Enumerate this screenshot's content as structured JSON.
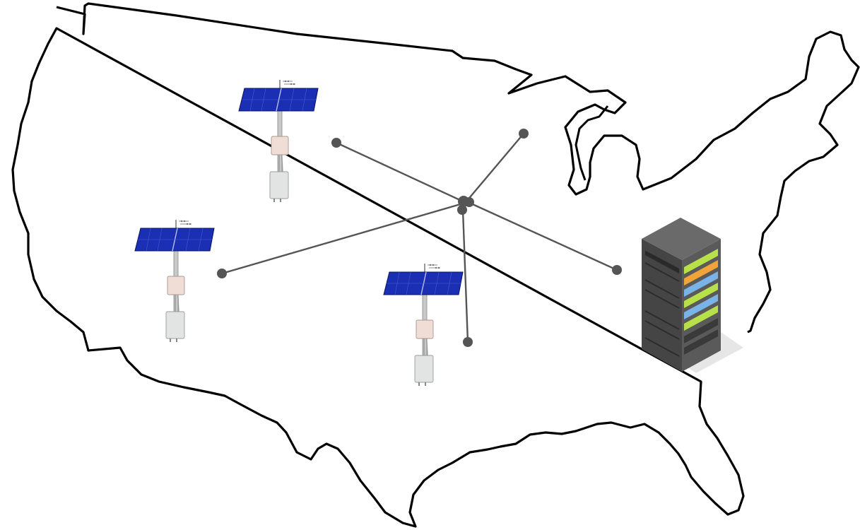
{
  "diagram": {
    "map_icon": "us-map-outline",
    "colors": {
      "outline": "#000000",
      "link": "#555555",
      "node": "#555555",
      "panel": "#1b2fb5",
      "panel_grid": "#9aa6e8",
      "box_upper": "#f0ddd6",
      "box_lower": "#e2e4e4",
      "server_body": "#505050",
      "server_top": "#666666",
      "server_led_green": "#b7e04a",
      "server_led_blue": "#7ab3e8",
      "server_led_orange": "#f0a43a"
    },
    "stations": [
      {
        "id": "station-north",
        "icon": "solar-sensor-station-icon"
      },
      {
        "id": "station-west",
        "icon": "solar-sensor-station-icon"
      },
      {
        "id": "station-south",
        "icon": "solar-sensor-station-icon"
      }
    ],
    "hub": {
      "icon": "network-hub-node"
    },
    "server": {
      "icon": "server-rack-icon"
    }
  }
}
